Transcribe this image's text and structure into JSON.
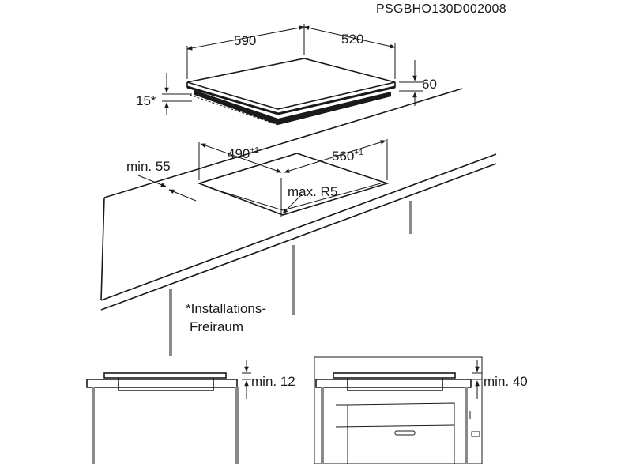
{
  "doc_code": "PSGBHO130D002008",
  "hob": {
    "width": "590",
    "depth": "520",
    "height": "60",
    "clearance_note": "15*"
  },
  "cutout": {
    "front_distance": "min. 55",
    "width": "490",
    "width_tol": "+1",
    "depth": "560",
    "depth_tol": "+1",
    "corner_radius": "max. R5"
  },
  "footnote": {
    "line1": "*Installations-",
    "line2": "Freiraum"
  },
  "side_views": {
    "left_clearance": "min. 12",
    "right_clearance": "min. 40"
  }
}
